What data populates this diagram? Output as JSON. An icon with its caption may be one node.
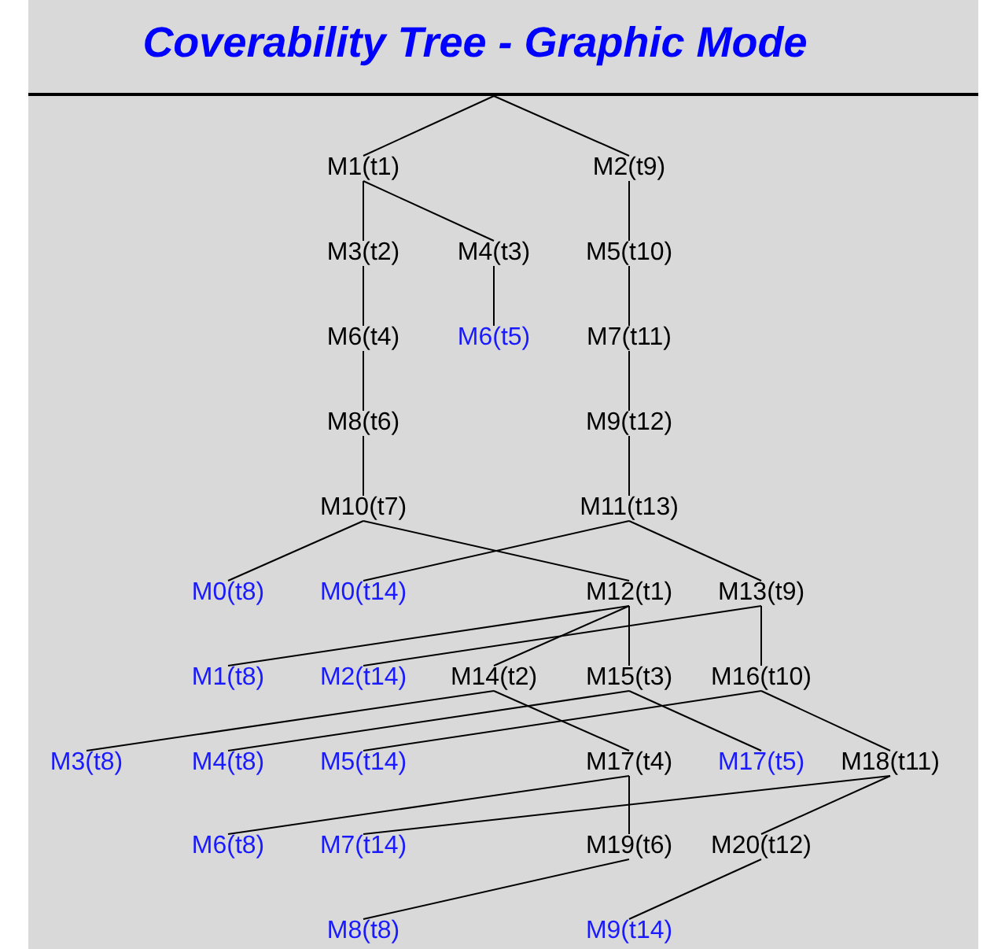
{
  "diagram": {
    "title": "Coverability Tree - Graphic Mode",
    "nodes": [
      {
        "text": [
          "M1(t1)"
        ]
      },
      {
        "text": [
          "M2(t9)"
        ]
      },
      {
        "text": [
          "M3(t2)"
        ]
      },
      {
        "text": [
          "M4(t3)"
        ]
      },
      {
        "text": [
          "M5(t10)"
        ]
      },
      {
        "text": [
          "M6(t4)"
        ]
      },
      {
        "text": [
          "M6(t5)"
        ]
      },
      {
        "text": [
          "M7(t11)"
        ]
      },
      {
        "text": [
          "M8(t6)"
        ]
      },
      {
        "text": [
          "M9(t12)"
        ]
      },
      {
        "text": [
          "M10(t7)"
        ]
      },
      {
        "text": [
          "M11(t13)"
        ]
      },
      {
        "text": [
          "M0(t8)"
        ]
      },
      {
        "text": [
          "M0(t14)"
        ]
      },
      {
        "text": [
          "M12(t1)"
        ]
      },
      {
        "text": [
          "M13(t9)"
        ]
      },
      {
        "text": [
          "M1(t8)"
        ]
      },
      {
        "text": [
          "M2(t14)"
        ]
      },
      {
        "text": [
          "M14(t2)"
        ]
      },
      {
        "text": [
          "M15(t3)"
        ]
      },
      {
        "text": [
          "M16(t10)"
        ]
      },
      {
        "text": [
          "M3(t8)"
        ]
      },
      {
        "text": [
          "M4(t8)"
        ]
      },
      {
        "text": [
          "M5(t14)"
        ]
      },
      {
        "text": [
          "M17(t4)"
        ]
      },
      {
        "text": [
          "M17(t5)"
        ]
      },
      {
        "text": [
          "M18(t11)"
        ]
      },
      {
        "text": [
          "M6(t8)"
        ]
      },
      {
        "text": [
          "M7(t14)"
        ]
      },
      {
        "text": [
          "M19(t6)"
        ]
      },
      {
        "text": [
          "M20(t12)"
        ]
      },
      {
        "text": [
          "M8(t8)"
        ]
      },
      {
        "text": [
          "M9(t14)"
        ]
      }
    ],
    "edges": [
      {
        "from": null,
        "to": 0,
        "arrow": "none"
      },
      {
        "from": null,
        "to": 1,
        "arrow": "none"
      },
      {
        "from": 0,
        "to": 2,
        "arrow": "none"
      },
      {
        "from": 0,
        "to": 3,
        "arrow": "none"
      },
      {
        "from": 1,
        "to": 4,
        "arrow": "none"
      },
      {
        "from": 2,
        "to": 5,
        "arrow": "none"
      },
      {
        "from": 3,
        "to": 6,
        "arrow": "none"
      },
      {
        "from": 4,
        "to": 7,
        "arrow": "none"
      },
      {
        "from": 5,
        "to": 8,
        "arrow": "none"
      },
      {
        "from": 7,
        "to": 9,
        "arrow": "none"
      },
      {
        "from": 8,
        "to": 10,
        "arrow": "none"
      },
      {
        "from": 9,
        "to": 11,
        "arrow": "none"
      },
      {
        "from": 10,
        "to": 12,
        "arrow": "none"
      },
      {
        "from": 10,
        "to": 14,
        "arrow": "none"
      },
      {
        "from": 11,
        "to": 13,
        "arrow": "none"
      },
      {
        "from": 11,
        "to": 15,
        "arrow": "none"
      },
      {
        "from": 14,
        "to": 16,
        "arrow": "none"
      },
      {
        "from": 14,
        "to": 18,
        "arrow": "none"
      },
      {
        "from": 14,
        "to": 19,
        "arrow": "none"
      },
      {
        "from": 15,
        "to": 17,
        "arrow": "none"
      },
      {
        "from": 15,
        "to": 20,
        "arrow": "none"
      },
      {
        "from": 18,
        "to": 21,
        "arrow": "none"
      },
      {
        "from": 18,
        "to": 24,
        "arrow": "none"
      },
      {
        "from": 19,
        "to": 22,
        "arrow": "none"
      },
      {
        "from": 19,
        "to": 25,
        "arrow": "none"
      },
      {
        "from": 20,
        "to": 23,
        "arrow": "none"
      },
      {
        "from": 20,
        "to": 26,
        "arrow": "none"
      },
      {
        "from": 24,
        "to": 27,
        "arrow": "none"
      },
      {
        "from": 24,
        "to": 29,
        "arrow": "none"
      },
      {
        "from": 26,
        "to": 28,
        "arrow": "none"
      },
      {
        "from": 26,
        "to": 30,
        "arrow": "none"
      },
      {
        "from": 29,
        "to": 31,
        "arrow": "none"
      },
      {
        "from": 30,
        "to": 32,
        "arrow": "none"
      }
    ]
  }
}
